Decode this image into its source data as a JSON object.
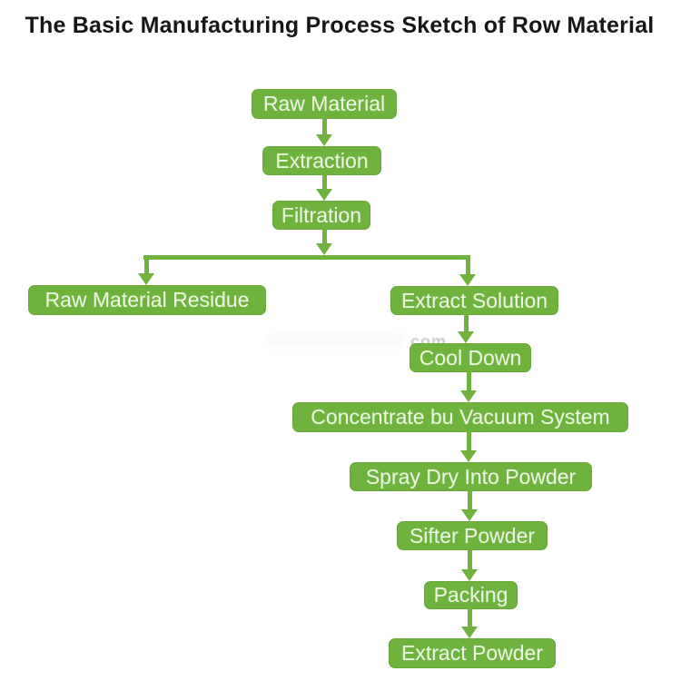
{
  "title": "The Basic Manufacturing Process Sketch of Row Material",
  "watermark_fragment": "com",
  "colors": {
    "box_green": "#6FB23E",
    "box_border_green": "#66A838",
    "box_text": "#EDF6E3",
    "connector_green": "#6FB23E",
    "title_color": "#161616",
    "watermark_gray": "#9F9F9F",
    "background": "#FFFFFF"
  },
  "nodes": [
    {
      "id": "raw-material",
      "label": "Raw Material"
    },
    {
      "id": "extraction",
      "label": "Extraction"
    },
    {
      "id": "filtration",
      "label": "Filtration"
    },
    {
      "id": "raw-material-residue",
      "label": "Raw Material Residue"
    },
    {
      "id": "extract-solution",
      "label": "Extract Solution"
    },
    {
      "id": "cool-down",
      "label": "Cool Down"
    },
    {
      "id": "concentrate-by-vacuum",
      "label": "Concentrate bu Vacuum System"
    },
    {
      "id": "spray-dry",
      "label": "Spray Dry Into Powder"
    },
    {
      "id": "sifter-powder",
      "label": "Sifter Powder"
    },
    {
      "id": "packing",
      "label": "Packing"
    },
    {
      "id": "extract-powder",
      "label": "Extract Powder"
    }
  ],
  "edges": [
    {
      "from": "raw-material",
      "to": "extraction"
    },
    {
      "from": "extraction",
      "to": "filtration"
    },
    {
      "from": "filtration",
      "to": "raw-material-residue"
    },
    {
      "from": "filtration",
      "to": "extract-solution"
    },
    {
      "from": "extract-solution",
      "to": "cool-down"
    },
    {
      "from": "cool-down",
      "to": "concentrate-by-vacuum"
    },
    {
      "from": "concentrate-by-vacuum",
      "to": "spray-dry"
    },
    {
      "from": "spray-dry",
      "to": "sifter-powder"
    },
    {
      "from": "sifter-powder",
      "to": "packing"
    },
    {
      "from": "packing",
      "to": "extract-powder"
    }
  ]
}
